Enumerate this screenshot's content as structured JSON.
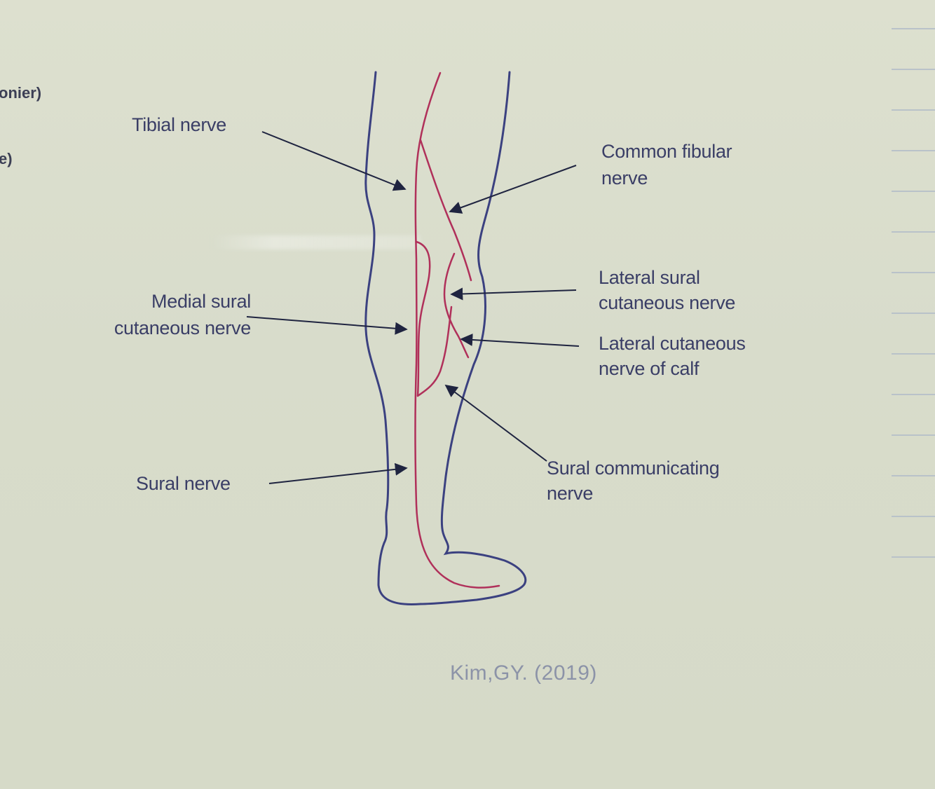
{
  "edge_text": {
    "top_left": "onier)",
    "mid_left": "e)"
  },
  "labels": {
    "tibial": "Tibial nerve",
    "common_fibular_line1": "Common fibular",
    "common_fibular_line2": "nerve",
    "lateral_sural_line1": "Lateral sural",
    "lateral_sural_line2": "cutaneous nerve",
    "medial_sural_line1": "Medial sural",
    "medial_sural_line2": "cutaneous nerve",
    "lateral_cutaneous_line1": "Lateral cutaneous",
    "lateral_cutaneous_line2": "nerve of calf",
    "sural": "Sural nerve",
    "sural_communicating_line1": "Sural communicating",
    "sural_communicating_line2": "nerve"
  },
  "citation": "Kim,GY.  (2019)",
  "colors": {
    "background": "#d9ddcb",
    "outline": "#3b4180",
    "nerve": "#b0305a",
    "label_text": "#3a3e66",
    "citation_text": "#8c93a8"
  }
}
